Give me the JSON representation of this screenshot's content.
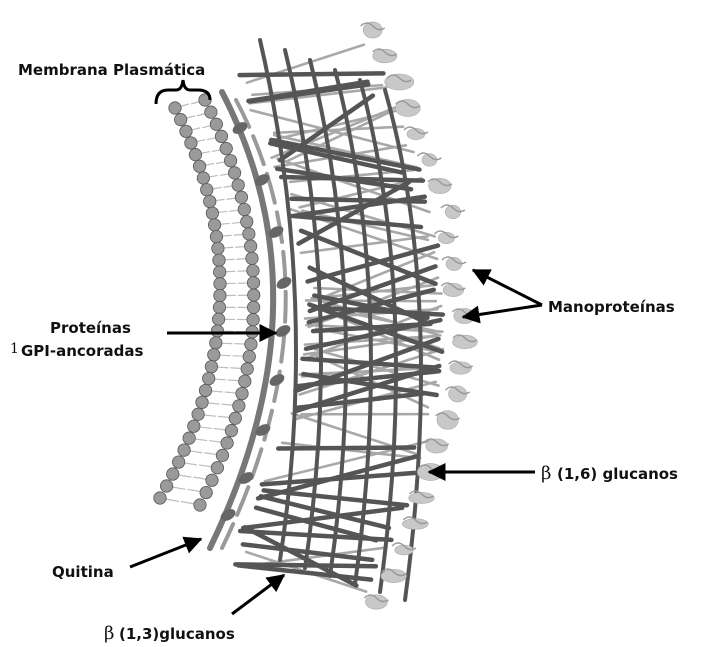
{
  "labels": {
    "membrane": "Membrana Plasmática",
    "proteins_line1": "Proteínas",
    "proteins_prefix": "1",
    "proteins_line2": "GPI-ancoradas",
    "mannoproteins": "Manoproteínas",
    "beta16_symbol": "β",
    "beta16_text": "(1,6) glucanos",
    "chitin": "Quitina",
    "beta13_symbol": "β",
    "beta13_text": "(1,3)glucanos"
  },
  "colors": {
    "background": "#ffffff",
    "lipid_head": "#9a9a9a",
    "lipid_tail": "#bdbdbd",
    "fiber_dark": "#555555",
    "fiber_light": "#a8a8a8",
    "mannoprotein": "#c8c8c8",
    "arrow": "#000000"
  }
}
